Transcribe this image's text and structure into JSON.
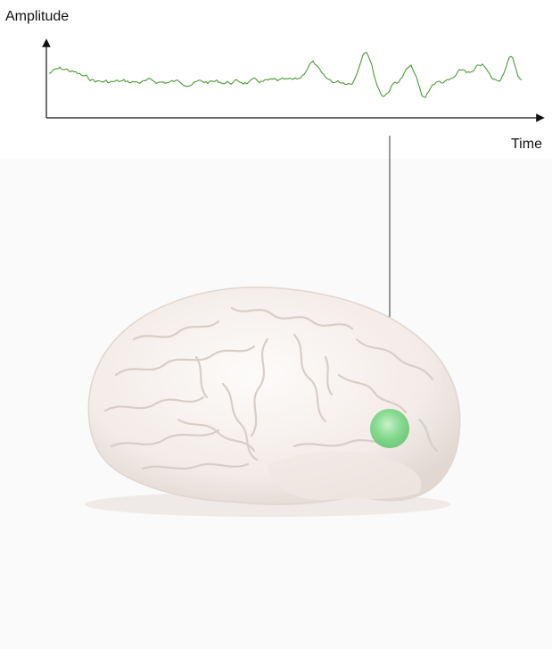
{
  "axes": {
    "y_label": "Amplitude",
    "x_label": "Time"
  },
  "signal": {
    "color": "#4a9a34",
    "description_count": 0
  },
  "electrode": {
    "color": "#7fd98a",
    "connector_color": "#333333"
  },
  "brain": {
    "fill": "#f4efec",
    "shadow": "#e3dbd6",
    "background": "#fafafa"
  }
}
